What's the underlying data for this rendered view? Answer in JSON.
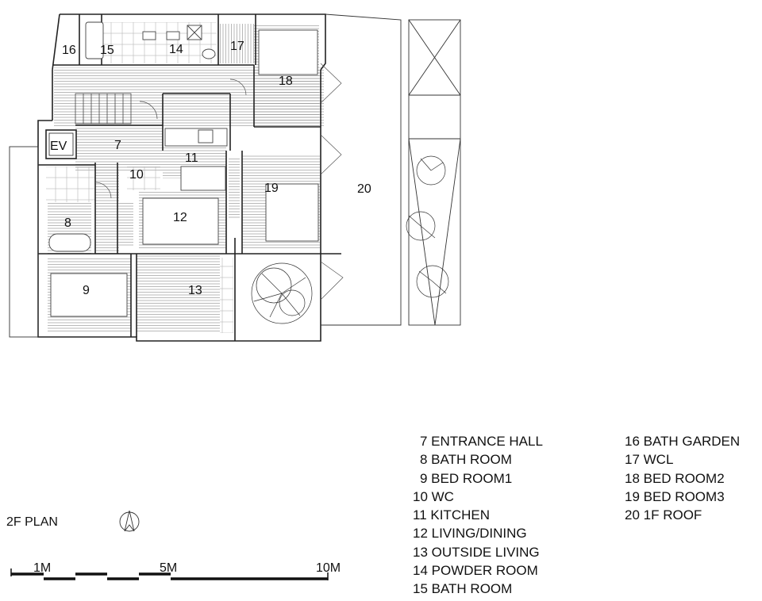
{
  "plan": {
    "title": "2F PLAN",
    "elevator_label": "EV",
    "room_numbers": [
      "7",
      "8",
      "9",
      "10",
      "11",
      "12",
      "13",
      "14",
      "15",
      "16",
      "17",
      "18",
      "19",
      "20"
    ]
  },
  "legend": {
    "left": [
      "7 ENTRANCE HALL",
      "8 BATH ROOM",
      "9 BED ROOM1",
      "10 WC",
      "11 KITCHEN",
      "12 LIVING/DINING",
      "13 OUTSIDE LIVING",
      "14 POWDER ROOM",
      "15 BATH ROOM"
    ],
    "right": [
      "16 BATH GARDEN",
      "17 WCL",
      "18 BED ROOM2",
      "19 BED ROOM3",
      "20 1F ROOF"
    ]
  },
  "scale_bar": {
    "labels": [
      "1M",
      "5M",
      "10M"
    ]
  },
  "colors": {
    "line": "#222222",
    "hatch": "#999999",
    "tree": "#333333"
  }
}
